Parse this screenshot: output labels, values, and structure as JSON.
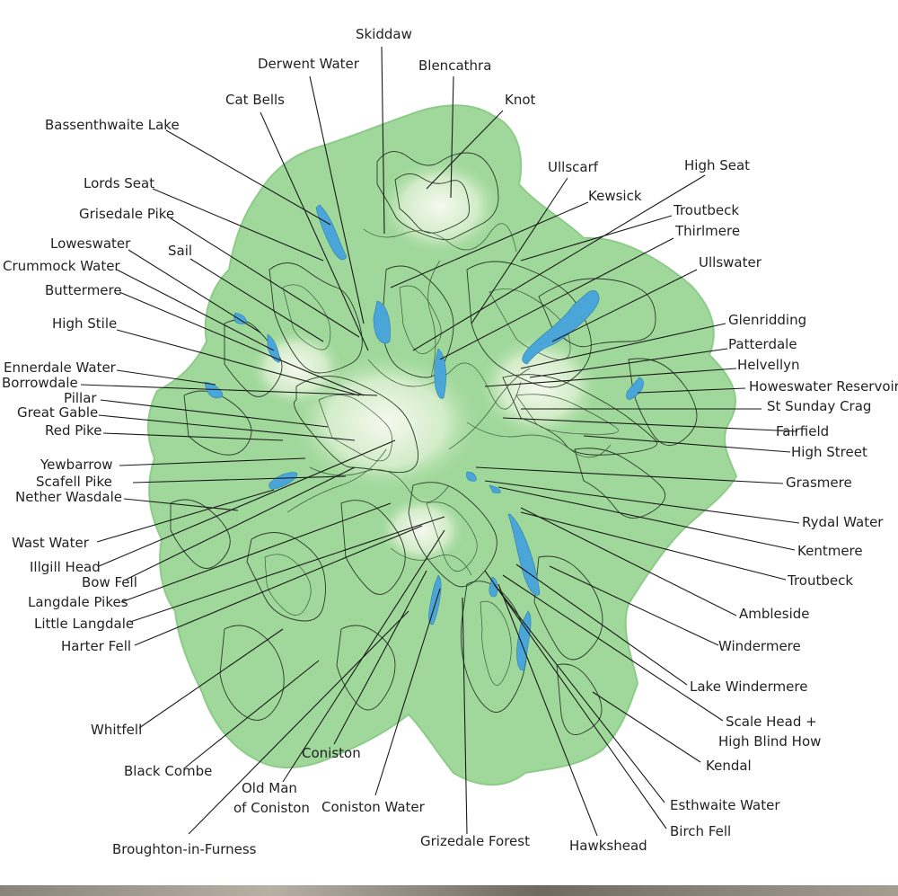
{
  "map": {
    "colors": {
      "land": "#9fd89a",
      "land_edge": "#8ccb88",
      "peak": "#f4f7ee",
      "water": "#4aa6d8",
      "text": "#222222"
    },
    "labels": [
      {
        "text": "Skiddaw"
      },
      {
        "text": "Derwent Water"
      },
      {
        "text": "Blencathra"
      },
      {
        "text": "Cat Bells"
      },
      {
        "text": "Knot"
      },
      {
        "text": "Bassenthwaite Lake"
      },
      {
        "text": "Ullscarf"
      },
      {
        "text": "High Seat"
      },
      {
        "text": "Lords Seat"
      },
      {
        "text": "Kewsick"
      },
      {
        "text": "Grisedale Pike"
      },
      {
        "text": "Troutbeck"
      },
      {
        "text": "Thirlmere"
      },
      {
        "text": "Loweswater"
      },
      {
        "text": "Sail"
      },
      {
        "text": "Crummock Water"
      },
      {
        "text": "Ullswater"
      },
      {
        "text": "Buttermere"
      },
      {
        "text": "Glenridding"
      },
      {
        "text": "High Stile"
      },
      {
        "text": "Patterdale"
      },
      {
        "text": "Ennerdale Water"
      },
      {
        "text": "Helvellyn"
      },
      {
        "text": "Borrowdale"
      },
      {
        "text": "Howeswater Reservoir"
      },
      {
        "text": "Pillar"
      },
      {
        "text": "St Sunday Crag"
      },
      {
        "text": "Great Gable"
      },
      {
        "text": "Fairfield"
      },
      {
        "text": "Red Pike"
      },
      {
        "text": "High Street"
      },
      {
        "text": "Yewbarrow"
      },
      {
        "text": "Scafell Pike"
      },
      {
        "text": "Grasmere"
      },
      {
        "text": "Nether Wasdale"
      },
      {
        "text": "Rydal Water"
      },
      {
        "text": "Wast Water"
      },
      {
        "text": "Kentmere"
      },
      {
        "text": "Illgill Head"
      },
      {
        "text": "Bow Fell"
      },
      {
        "text": "Troutbeck"
      },
      {
        "text": "Langdale Pikes"
      },
      {
        "text": "Ambleside"
      },
      {
        "text": "Little Langdale"
      },
      {
        "text": "Harter Fell"
      },
      {
        "text": "Windermere"
      },
      {
        "text": "Lake Windermere"
      },
      {
        "text": "Whitfell"
      },
      {
        "text": "Scale Head +"
      },
      {
        "text": "High Blind How"
      },
      {
        "text": "Kendal"
      },
      {
        "text": "Black Combe"
      },
      {
        "text": "Coniston"
      },
      {
        "text": "Old Man"
      },
      {
        "text": "of Coniston"
      },
      {
        "text": "Coniston Water"
      },
      {
        "text": "Esthwaite Water"
      },
      {
        "text": "Birch Fell"
      },
      {
        "text": "Broughton-in-Furness"
      },
      {
        "text": "Grizedale Forest"
      },
      {
        "text": "Hawkshead"
      }
    ]
  }
}
